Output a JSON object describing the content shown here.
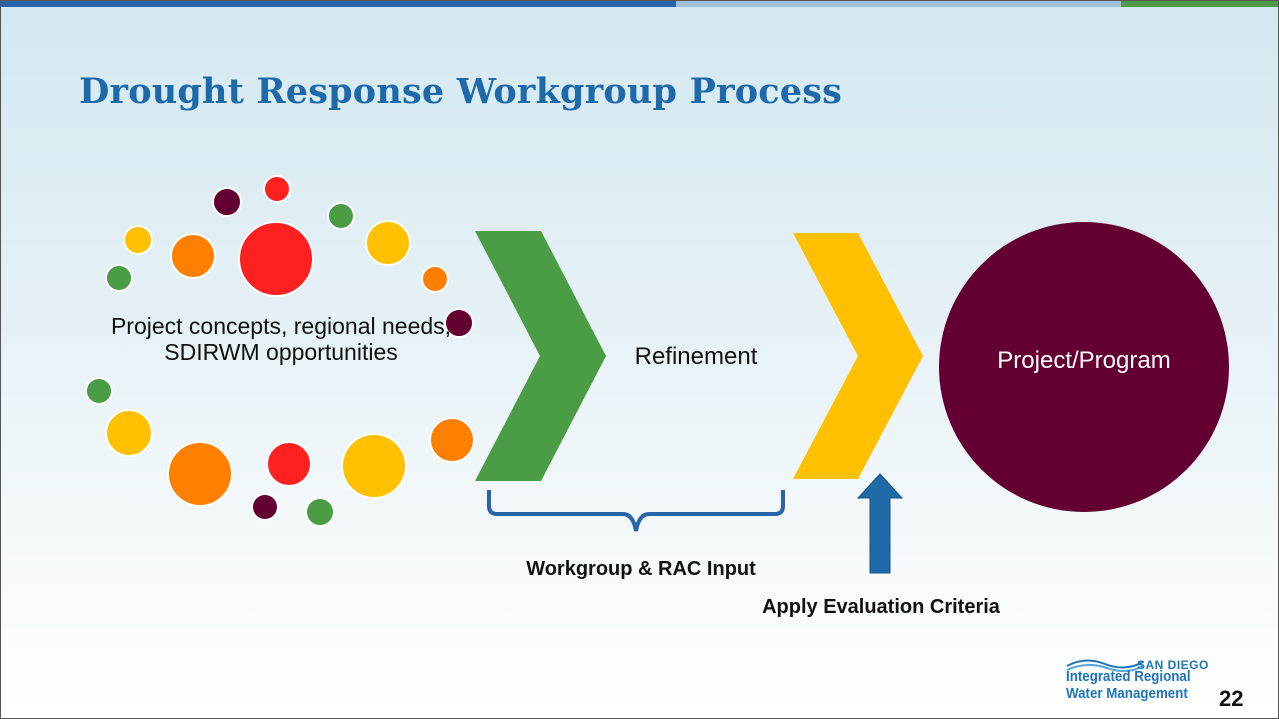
{
  "slide": {
    "title": "Drought Response Workgroup Process",
    "page_number": "22"
  },
  "diagram": {
    "concepts_label": "Project concepts, regional needs, SDIRWM opportunities",
    "refinement_label": "Refinement",
    "program_label": "Project/Program",
    "workgroup_label": "Workgroup & RAC Input",
    "criteria_label": "Apply Evaluation Criteria"
  },
  "logo": {
    "line_small": "SAN DIEGO",
    "line1": "Integrated Regional",
    "line2": "Water Management"
  },
  "colors": {
    "title": "#1d69a9",
    "green_chevron": "#4a9d45",
    "yellow_chevron": "#ffc000",
    "program_circle": "#630031",
    "brace": "#2a64a8",
    "arrow": "#1f6aa8",
    "dot_red": "#ff2020",
    "dot_orange": "#ff8000",
    "dot_yellow": "#ffc000",
    "dot_green": "#4a9d45",
    "dot_maroon": "#630031"
  }
}
